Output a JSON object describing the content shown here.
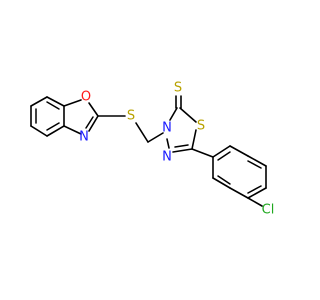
{
  "molecule": {
    "atoms": {
      "S_thiadiazole": {
        "label": "S",
        "color": "#b8a200"
      },
      "N3_thiadiazole": {
        "label": "N",
        "color": "#1a1aff"
      },
      "N4_thiadiazole": {
        "label": "N",
        "color": "#1a1aff"
      },
      "S_thione": {
        "label": "S",
        "color": "#b8a200"
      },
      "S_linker": {
        "label": "S",
        "color": "#b8a200"
      },
      "O_benzoxazole": {
        "label": "O",
        "color": "#ff1a1a"
      },
      "N_benzoxazole": {
        "label": "N",
        "color": "#1a1aff"
      },
      "Cl": {
        "label": "Cl",
        "color": "#1fa81f"
      }
    }
  }
}
